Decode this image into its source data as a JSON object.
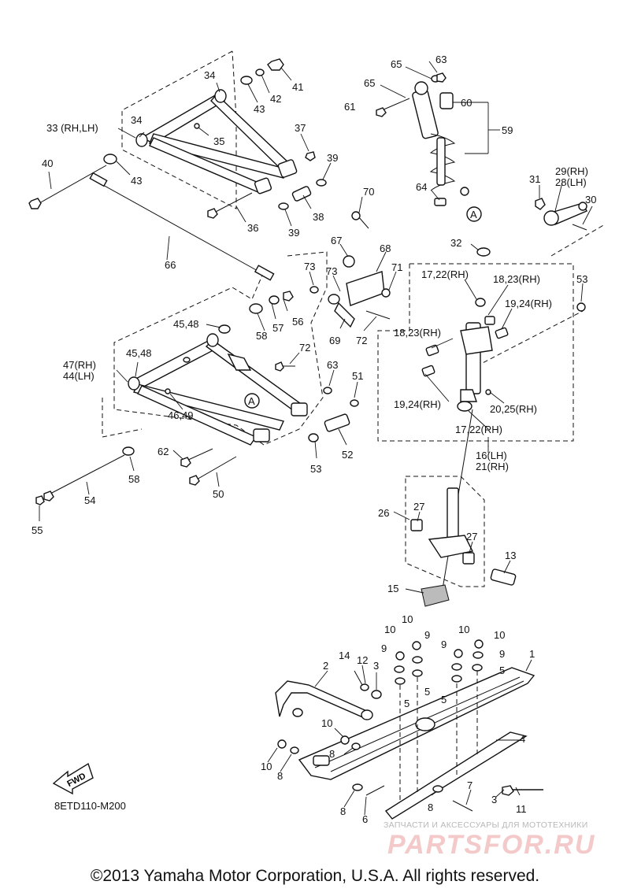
{
  "diagram_code": "8ETD110-M200",
  "copyright": "©2013 Yamaha Motor Corporation, U.S.A. All rights reserved.",
  "watermark": {
    "subtitle": "ЗАПЧАСТИ И АКСЕССУАРЫ ДЛЯ МОТОТЕХНИКИ",
    "logo": "PARTSFOR.RU"
  },
  "fwd_label": "FWD",
  "ref_marker": "A",
  "labels": [
    {
      "id": "p1",
      "text": "1"
    },
    {
      "id": "p2",
      "text": "2"
    },
    {
      "id": "p3a",
      "text": "3"
    },
    {
      "id": "p3b",
      "text": "3"
    },
    {
      "id": "p4",
      "text": "4"
    },
    {
      "id": "p5a",
      "text": "5"
    },
    {
      "id": "p5b",
      "text": "5"
    },
    {
      "id": "p5c",
      "text": "5"
    },
    {
      "id": "p5d",
      "text": "5"
    },
    {
      "id": "p6",
      "text": "6"
    },
    {
      "id": "p7",
      "text": "7"
    },
    {
      "id": "p8a",
      "text": "8"
    },
    {
      "id": "p8b",
      "text": "8"
    },
    {
      "id": "p8c",
      "text": "8"
    },
    {
      "id": "p8d",
      "text": "8"
    },
    {
      "id": "p9a",
      "text": "9"
    },
    {
      "id": "p9b",
      "text": "9"
    },
    {
      "id": "p9c",
      "text": "9"
    },
    {
      "id": "p9d",
      "text": "9"
    },
    {
      "id": "p10a",
      "text": "10"
    },
    {
      "id": "p10b",
      "text": "10"
    },
    {
      "id": "p10c",
      "text": "10"
    },
    {
      "id": "p10d",
      "text": "10"
    },
    {
      "id": "p10e",
      "text": "10"
    },
    {
      "id": "p10f",
      "text": "10"
    },
    {
      "id": "p11",
      "text": "11"
    },
    {
      "id": "p12",
      "text": "12"
    },
    {
      "id": "p13",
      "text": "13"
    },
    {
      "id": "p14",
      "text": "14"
    },
    {
      "id": "p15",
      "text": "15"
    },
    {
      "id": "p16",
      "text": "16(LH)"
    },
    {
      "id": "p21",
      "text": "21(RH)"
    },
    {
      "id": "p1722a",
      "text": "17,22(RH)"
    },
    {
      "id": "p1722b",
      "text": "17,22(RH)"
    },
    {
      "id": "p1823a",
      "text": "18,23(RH)"
    },
    {
      "id": "p1823b",
      "text": "18,23(RH)"
    },
    {
      "id": "p1924a",
      "text": "19,24(RH)"
    },
    {
      "id": "p1924b",
      "text": "19,24(RH)"
    },
    {
      "id": "p2025",
      "text": "20,25(RH)"
    },
    {
      "id": "p26",
      "text": "26"
    },
    {
      "id": "p27a",
      "text": "27"
    },
    {
      "id": "p27b",
      "text": "27"
    },
    {
      "id": "p29",
      "text": "29(RH)"
    },
    {
      "id": "p28",
      "text": "28(LH)"
    },
    {
      "id": "p30",
      "text": "30"
    },
    {
      "id": "p31",
      "text": "31"
    },
    {
      "id": "p32",
      "text": "32"
    },
    {
      "id": "p33",
      "text": "33 (RH,LH)"
    },
    {
      "id": "p34a",
      "text": "34"
    },
    {
      "id": "p34b",
      "text": "34"
    },
    {
      "id": "p35",
      "text": "35"
    },
    {
      "id": "p36",
      "text": "36"
    },
    {
      "id": "p37",
      "text": "37"
    },
    {
      "id": "p38",
      "text": "38"
    },
    {
      "id": "p39a",
      "text": "39"
    },
    {
      "id": "p39b",
      "text": "39"
    },
    {
      "id": "p40",
      "text": "40"
    },
    {
      "id": "p41",
      "text": "41"
    },
    {
      "id": "p42",
      "text": "42"
    },
    {
      "id": "p43a",
      "text": "43"
    },
    {
      "id": "p43b",
      "text": "43"
    },
    {
      "id": "p4548a",
      "text": "45,48"
    },
    {
      "id": "p4548b",
      "text": "45,48"
    },
    {
      "id": "p4649",
      "text": "46,49"
    },
    {
      "id": "p47",
      "text": "47(RH)"
    },
    {
      "id": "p44",
      "text": "44(LH)"
    },
    {
      "id": "p50",
      "text": "50"
    },
    {
      "id": "p51",
      "text": "51"
    },
    {
      "id": "p52",
      "text": "52"
    },
    {
      "id": "p53a",
      "text": "53"
    },
    {
      "id": "p53b",
      "text": "53"
    },
    {
      "id": "p54",
      "text": "54"
    },
    {
      "id": "p55",
      "text": "55"
    },
    {
      "id": "p56",
      "text": "56"
    },
    {
      "id": "p57",
      "text": "57"
    },
    {
      "id": "p58a",
      "text": "58"
    },
    {
      "id": "p58b",
      "text": "58"
    },
    {
      "id": "p59",
      "text": "59"
    },
    {
      "id": "p60",
      "text": "60"
    },
    {
      "id": "p61",
      "text": "61"
    },
    {
      "id": "p62",
      "text": "62"
    },
    {
      "id": "p63a",
      "text": "63"
    },
    {
      "id": "p63b",
      "text": "63"
    },
    {
      "id": "p64",
      "text": "64"
    },
    {
      "id": "p65a",
      "text": "65"
    },
    {
      "id": "p65b",
      "text": "65"
    },
    {
      "id": "p66",
      "text": "66"
    },
    {
      "id": "p67",
      "text": "67"
    },
    {
      "id": "p68",
      "text": "68"
    },
    {
      "id": "p69",
      "text": "69"
    },
    {
      "id": "p70",
      "text": "70"
    },
    {
      "id": "p71",
      "text": "71"
    },
    {
      "id": "p72a",
      "text": "72"
    },
    {
      "id": "p72b",
      "text": "72"
    },
    {
      "id": "p73a",
      "text": "73"
    },
    {
      "id": "p73b",
      "text": "73"
    }
  ]
}
